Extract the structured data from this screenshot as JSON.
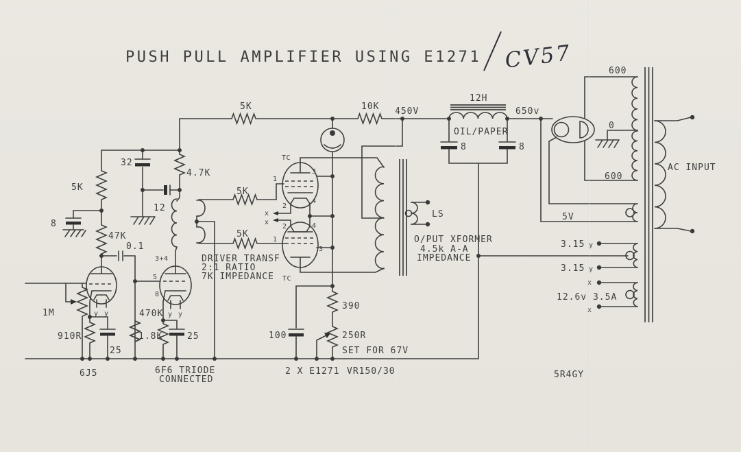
{
  "title": {
    "main": "PUSH PULL AMPLIFIER USING E1271",
    "handwritten": "CV57"
  },
  "supply_rail": {
    "r_5k": "5K",
    "r_10k": "10K",
    "v_450": "450V",
    "choke": "12H",
    "oil_paper": "OIL/PAPER",
    "c_8_left": "8",
    "c_8_right": "8",
    "v_650": "650v"
  },
  "input_stage": {
    "r_5k_anode": "5K",
    "c_32": "32",
    "r_47k": "47K",
    "c_8": "8",
    "c_01": "0.1",
    "r_1m": "1M",
    "r_910r": "910R",
    "c_25": "25",
    "tube": "6J5",
    "heater_y1": "y",
    "heater_y2": "y"
  },
  "driver_stage": {
    "r_4k7": "4.7K",
    "c_12": "12",
    "r_470k": "470K",
    "r_1k8": "1.8K",
    "c_25": "25",
    "pin_anode": "3+4",
    "pin_grid": "5",
    "pin_cathode": "8",
    "tube_line1": "6F6 TRIODE",
    "tube_line2": "CONNECTED",
    "heater_y1": "y",
    "heater_y2": "y",
    "transformer": [
      "DRIVER TRANSF",
      "2:1 RATIO",
      "7K IMPEDANCE"
    ],
    "r_5k_grid_top": "5K",
    "r_5k_grid_bot": "5K"
  },
  "output_stage": {
    "tubes_label": "2 X E1271",
    "pin_tc_upper": "TC",
    "pin_tc_lower": "TC",
    "pin_1_upper": "1",
    "pin_1_lower": "1",
    "pin_2_upper": "2",
    "pin_2_lower": "2",
    "pin_3_upper": "3",
    "pin_3_lower": "3",
    "pin_4_upper": "4",
    "pin_4_lower": "4",
    "heater_x_upper": "x",
    "heater_x_lower": "x",
    "r_390": "390",
    "r_250r": "250R",
    "set_note": "SET FOR 67V",
    "c_100": "100",
    "regulator": "VR150/30",
    "transformer": [
      "O/PUT XFORMER",
      "4.5k A-A",
      "IMPEDANCE"
    ],
    "speaker": "LS"
  },
  "power_supply": {
    "hv_top": "600",
    "hv_ct": "0",
    "hv_bot": "600",
    "ac_input": "AC INPUT",
    "rectifier": "5R4GY",
    "w_5v": "5V",
    "w_315_a": "3.15",
    "w_315_a_tag": "y",
    "w_315_b": "3.15",
    "w_315_b_tag": "y",
    "w_126": "12.6v 3.5A",
    "w_126_tag_top": "x",
    "w_126_tag_bot": "x"
  }
}
